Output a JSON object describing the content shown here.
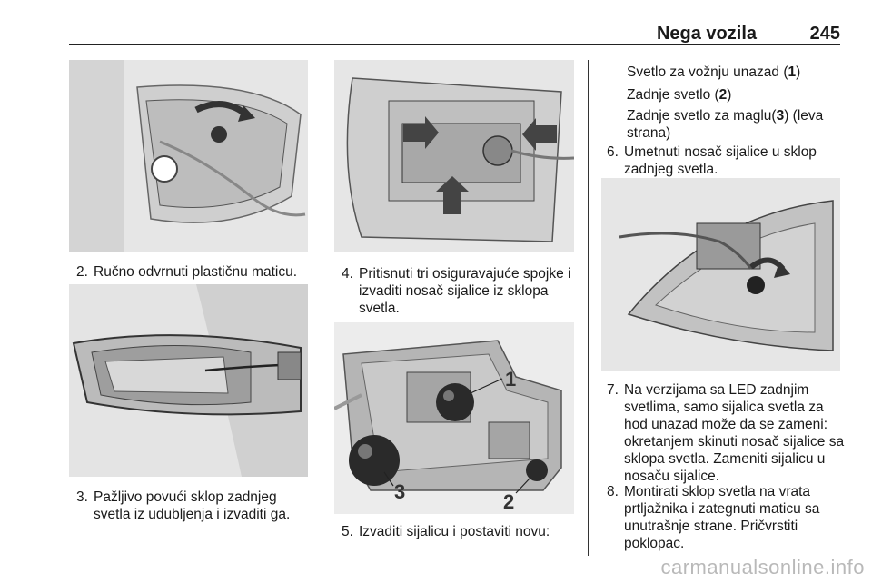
{
  "header": {
    "section": "Nega vozila",
    "page_number": "245"
  },
  "steps": {
    "s2": {
      "num": "2.",
      "text": "Ručno odvrnuti plastičnu maticu."
    },
    "s3": {
      "num": "3.",
      "text": "Pažljivo povući sklop zadnjeg svetla iz udubljenja i izvaditi ga."
    },
    "s4": {
      "num": "4.",
      "text": "Pritisnuti tri osiguravajuće spojke i izvaditi nosač sijalice iz sklopa svetla."
    },
    "s5": {
      "num": "5.",
      "text": "Izvaditi sijalicu i postaviti novu:"
    },
    "s6": {
      "num": "6.",
      "text": "Umetnuti nosač sijalice u sklop zadnjeg svetla."
    },
    "s7": {
      "num": "7.",
      "text": "Na verzijama sa LED zadnjim svetlima, samo sijalica svetla za hod unazad može da se zameni: okretanjem skinuti nosač sijalice sa sklopa svetla. Zameniti sijalicu u nosaču sijalice."
    },
    "s8": {
      "num": "8.",
      "text": "Montirati sklop svetla na vrata prtljažnika i zategnuti maticu sa unutrašnje strane. Pričvrstiti poklopac."
    }
  },
  "bulb_list": [
    {
      "label": "Svetlo za vožnju unazad (",
      "num": "1",
      "end": ")"
    },
    {
      "label": "Zadnje svetlo (",
      "num": "2",
      "end": ")"
    },
    {
      "label": "Zadnje svetlo za maglu(",
      "num": "3",
      "end": ") (leva strana)"
    }
  ],
  "callouts": {
    "c1": "1",
    "c2": "2",
    "c3": "3"
  },
  "watermark": "carmanualsonline.info",
  "colors": {
    "figure_bg": "#dcdcdc",
    "arrow_fill": "#444444",
    "bulb": "#2a2a2a"
  }
}
